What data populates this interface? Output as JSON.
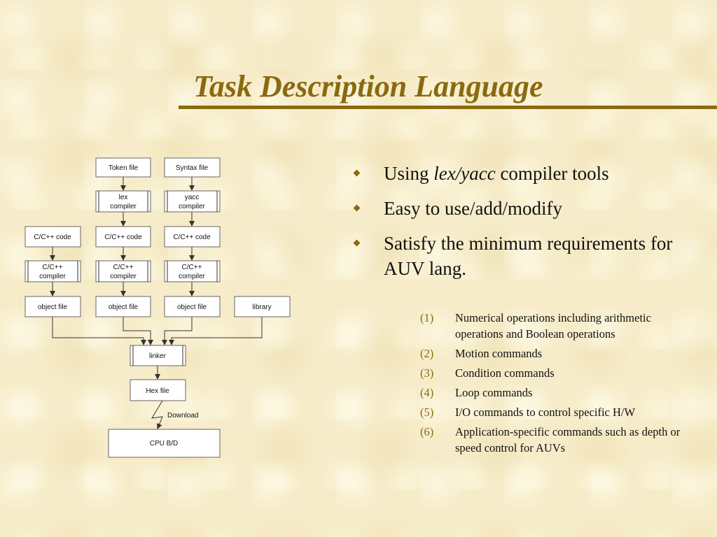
{
  "slide": {
    "title": "Task Description Language",
    "accent_color": "#8a6a10"
  },
  "diagram": {
    "token_file": "Token file",
    "syntax_file": "Syntax file",
    "lex_line1": "lex",
    "lex_line2": "compiler",
    "yacc_line1": "yacc",
    "yacc_line2": "compiler",
    "code_1": "C/C++ code",
    "code_2": "C/C++ code",
    "code_3": "C/C++ code",
    "cc_1_line1": "C/C++",
    "cc_1_line2": "compiler",
    "cc_2_line1": "C/C++",
    "cc_2_line2": "compiler",
    "cc_3_line1": "C/C++",
    "cc_3_line2": "compiler",
    "obj_1": "object file",
    "obj_2": "object file",
    "obj_3": "object file",
    "library": "library",
    "linker": "linker",
    "hex_file": "Hex file",
    "download": "Download",
    "cpu": "CPU B/D"
  },
  "bullets": {
    "b1_pre": "Using ",
    "b1_italic": "lex/yacc",
    "b1_post": " compiler tools",
    "b2": "Easy to use/add/modify",
    "b3": "Satisfy the minimum requirements for AUV lang."
  },
  "requirements": [
    {
      "num": "(1)",
      "text": "Numerical operations including arithmetic operations and Boolean operations"
    },
    {
      "num": "(2)",
      "text": "Motion commands"
    },
    {
      "num": "(3)",
      "text": "Condition commands"
    },
    {
      "num": "(4)",
      "text": "Loop commands"
    },
    {
      "num": "(5)",
      "text": "I/O commands to control specific H/W"
    },
    {
      "num": "(6)",
      "text": "Application-specific commands such as depth or speed control for AUVs"
    }
  ]
}
